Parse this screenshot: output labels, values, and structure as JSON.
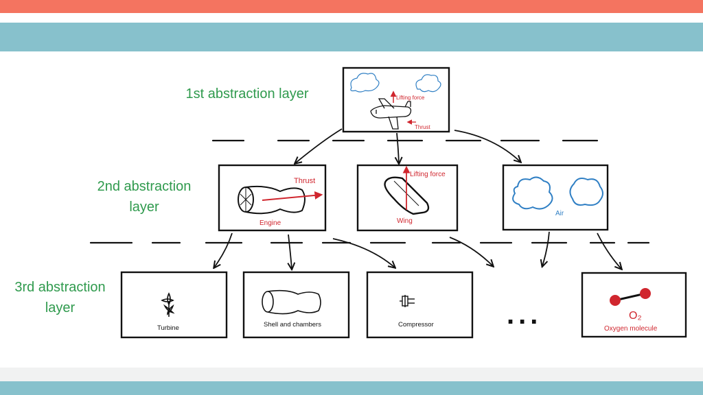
{
  "colors": {
    "top_band": "#f47460",
    "mid_band": "#87c1cc",
    "foot_band": "#87c1cc",
    "foot_gray": "#f1f2f2",
    "layer_label": "#2f9a4d",
    "red": "#d0262e",
    "blue": "#2f7fc4",
    "ink": "#111111"
  },
  "layers": [
    {
      "label": "1st abstraction layer"
    },
    {
      "label": "2nd abstraction layer"
    },
    {
      "label": "3rd abstraction layer"
    }
  ],
  "boxes": {
    "airplane": {
      "lift_label": "Lifting force",
      "thrust_label": "Thrust"
    },
    "engine": {
      "caption": "Engine",
      "thrust_label": "Thrust"
    },
    "wing": {
      "caption": "Wing",
      "lift_label": "Lifting force"
    },
    "air": {
      "caption": "Air"
    },
    "turbine": {
      "caption": "Turbine"
    },
    "shell": {
      "caption": "Shell and chambers"
    },
    "compressor": {
      "caption": "Compressor"
    },
    "ellipsis": {
      "text": "..."
    },
    "oxygen": {
      "caption": "Oxygen molecule",
      "formula": "O₂"
    }
  }
}
